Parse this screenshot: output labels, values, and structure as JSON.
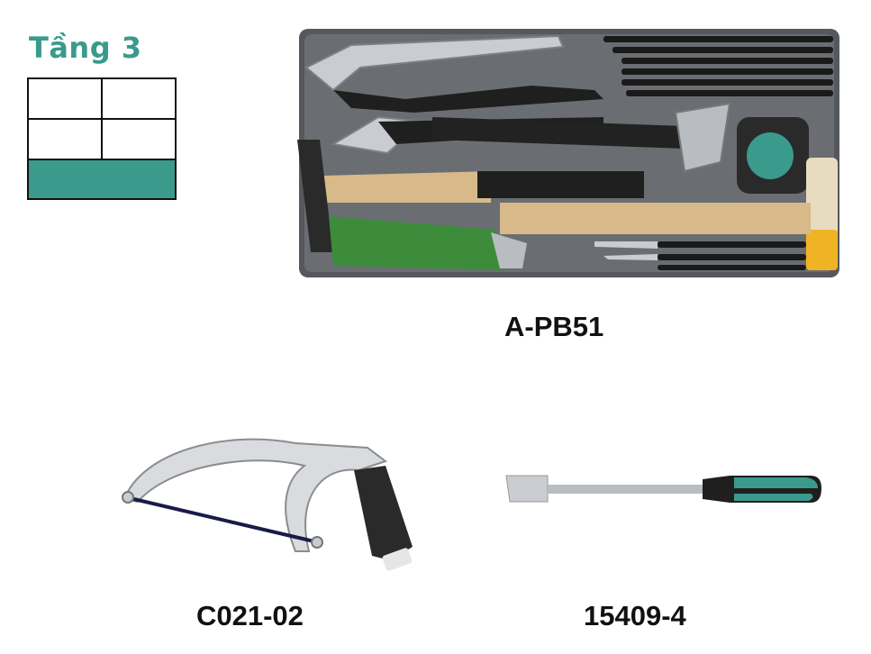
{
  "tier": {
    "title": "Tầng 3",
    "highlight_color": "#3a9a8c",
    "drawers": [
      {
        "row": 1,
        "columns": 2,
        "active": false
      },
      {
        "row": 2,
        "columns": 2,
        "active": false
      },
      {
        "row": 3,
        "columns": 1,
        "active": true
      }
    ]
  },
  "products": [
    {
      "code": "A-PB51",
      "image": "tool-tray-icon"
    },
    {
      "code": "C021-02",
      "image": "hacksaw-icon"
    },
    {
      "code": "15409-4",
      "image": "scraper-icon"
    }
  ]
}
